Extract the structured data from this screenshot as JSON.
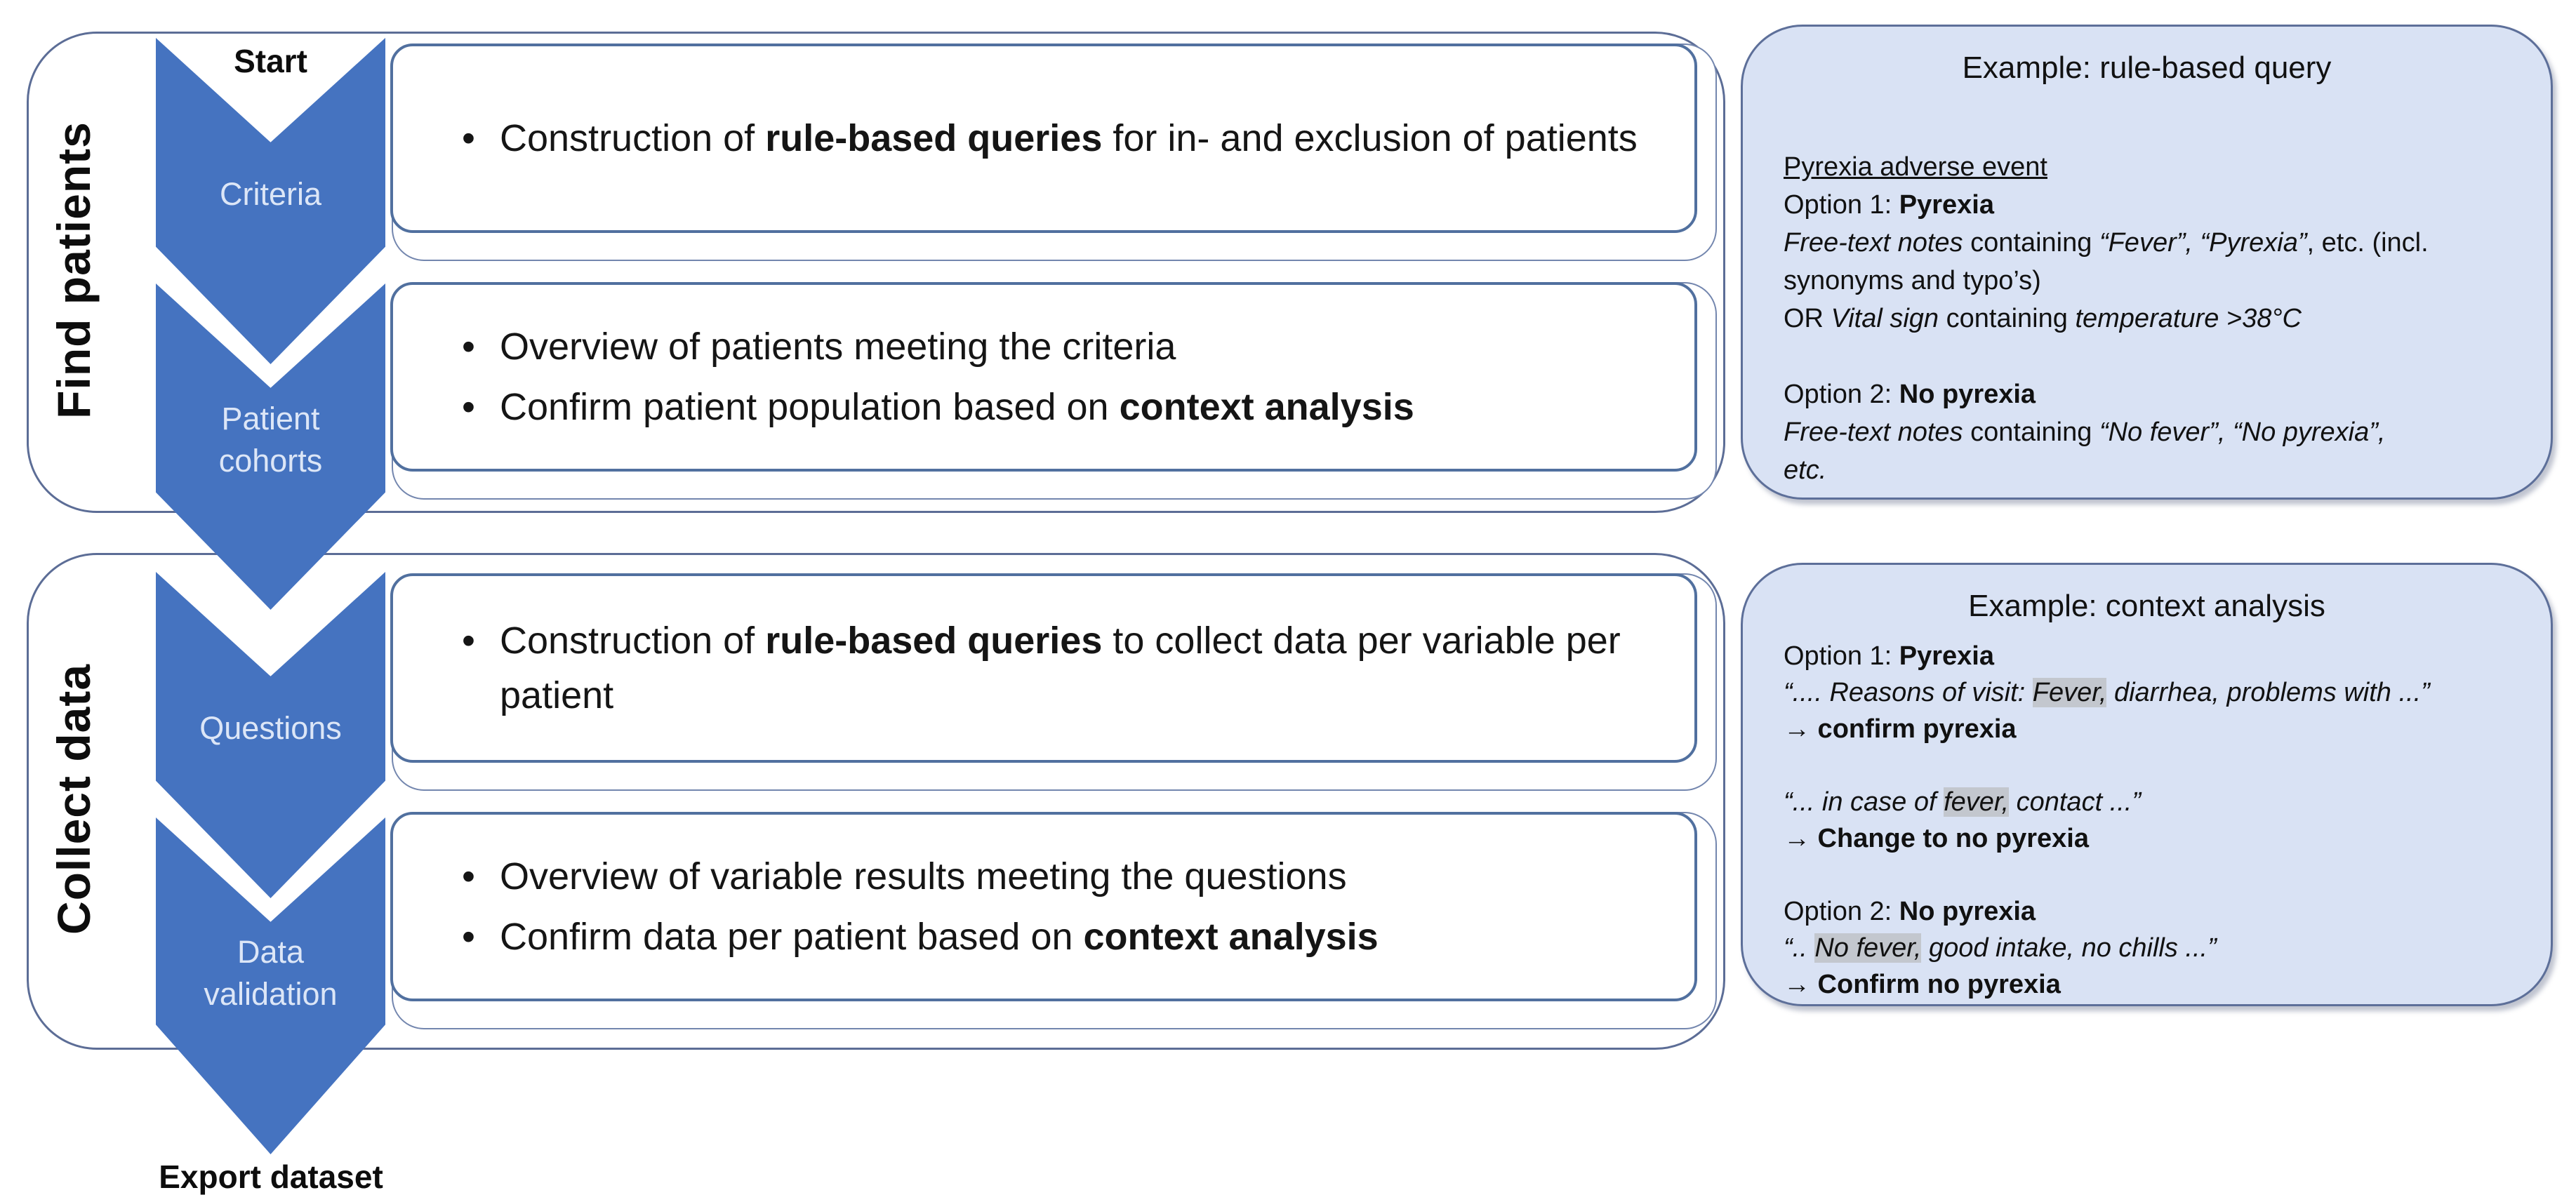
{
  "colors": {
    "chevron_fill": "#4573C0",
    "chevron_text": "#DCE6F7",
    "container_border": "#5C6D96",
    "row_outer_border": "#7386AE",
    "bullet_box_border": "#51709F",
    "example_bg": "#D9E2F4",
    "example_border": "#5D6F99",
    "highlight": "#C3C7CE",
    "text": "#151515"
  },
  "flow": {
    "start_label": "Start",
    "export_label": "Export dataset",
    "groups": [
      {
        "label": "Find patients",
        "stages": [
          {
            "chevron_label": "Criteria",
            "bullets": [
              [
                {
                  "t": "Construction of "
                },
                {
                  "t": "rule-based queries",
                  "b": true
                },
                {
                  "t": " for in- and exclusion of patients"
                }
              ]
            ]
          },
          {
            "chevron_label": "Patient\ncohorts",
            "bullets": [
              [
                {
                  "t": "Overview of patients meeting the criteria"
                }
              ],
              [
                {
                  "t": "Confirm patient population based on "
                },
                {
                  "t": "context analysis",
                  "b": true
                }
              ]
            ]
          }
        ]
      },
      {
        "label": "Collect data",
        "stages": [
          {
            "chevron_label": "Questions",
            "bullets": [
              [
                {
                  "t": "Construction of "
                },
                {
                  "t": "rule-based queries",
                  "b": true
                },
                {
                  "t": " to collect data per variable per patient"
                }
              ]
            ]
          },
          {
            "chevron_label": "Data\nvalidation",
            "bullets": [
              [
                {
                  "t": "Overview of variable results meeting the questions"
                }
              ],
              [
                {
                  "t": "Confirm data per patient based on "
                },
                {
                  "t": "context analysis",
                  "b": true
                }
              ]
            ]
          }
        ]
      }
    ]
  },
  "examples": [
    {
      "title": "Example: rule-based query",
      "lines": [
        [
          {
            "t": "Pyrexia adverse event",
            "u": true
          }
        ],
        [
          {
            "t": "Option 1: "
          },
          {
            "t": "Pyrexia",
            "b": true
          }
        ],
        [
          {
            "t": "Free-text notes",
            "i": true
          },
          {
            "t": " containing "
          },
          {
            "t": "“Fever”, “Pyrexia”",
            "i": true
          },
          {
            "t": ", etc. (incl."
          }
        ],
        [
          {
            "t": "synonyms and typo’s)"
          }
        ],
        [
          {
            "t": "OR "
          },
          {
            "t": "Vital sign",
            "i": true
          },
          {
            "t": " containing "
          },
          {
            "t": "temperature >38°C",
            "i": true
          }
        ],
        [],
        [
          {
            "t": "Option 2: "
          },
          {
            "t": "No pyrexia",
            "b": true
          }
        ],
        [
          {
            "t": "Free-text notes",
            "i": true
          },
          {
            "t": " containing "
          },
          {
            "t": "“No fever”, “No pyrexia”,",
            "i": true
          }
        ],
        [
          {
            "t": "etc.",
            "i": true
          }
        ]
      ]
    },
    {
      "title": "Example: context analysis",
      "lines": [
        [
          {
            "t": "Option 1: "
          },
          {
            "t": "Pyrexia",
            "b": true
          }
        ],
        [
          {
            "t": "“.... Reasons of visit: ",
            "i": true
          },
          {
            "t": "Fever,",
            "i": true,
            "hl": true
          },
          {
            "t": " diarrhea, problems with ...”",
            "i": true
          }
        ],
        [
          {
            "t": "→ confirm pyrexia",
            "b": true
          }
        ],
        [],
        [
          {
            "t": "“... in case of ",
            "i": true
          },
          {
            "t": "fever,",
            "i": true,
            "hl": true
          },
          {
            "t": " contact ...”",
            "i": true
          }
        ],
        [
          {
            "t": "→ Change to no pyrexia",
            "b": true
          }
        ],
        [],
        [
          {
            "t": "Option 2: "
          },
          {
            "t": "No pyrexia",
            "b": true
          }
        ],
        [
          {
            "t": "“.. ",
            "i": true
          },
          {
            "t": "No fever,",
            "i": true,
            "hl": true
          },
          {
            "t": " good intake, no chills ...”",
            "i": true
          }
        ],
        [
          {
            "t": "→ Confirm no pyrexia",
            "b": true
          }
        ]
      ]
    }
  ]
}
